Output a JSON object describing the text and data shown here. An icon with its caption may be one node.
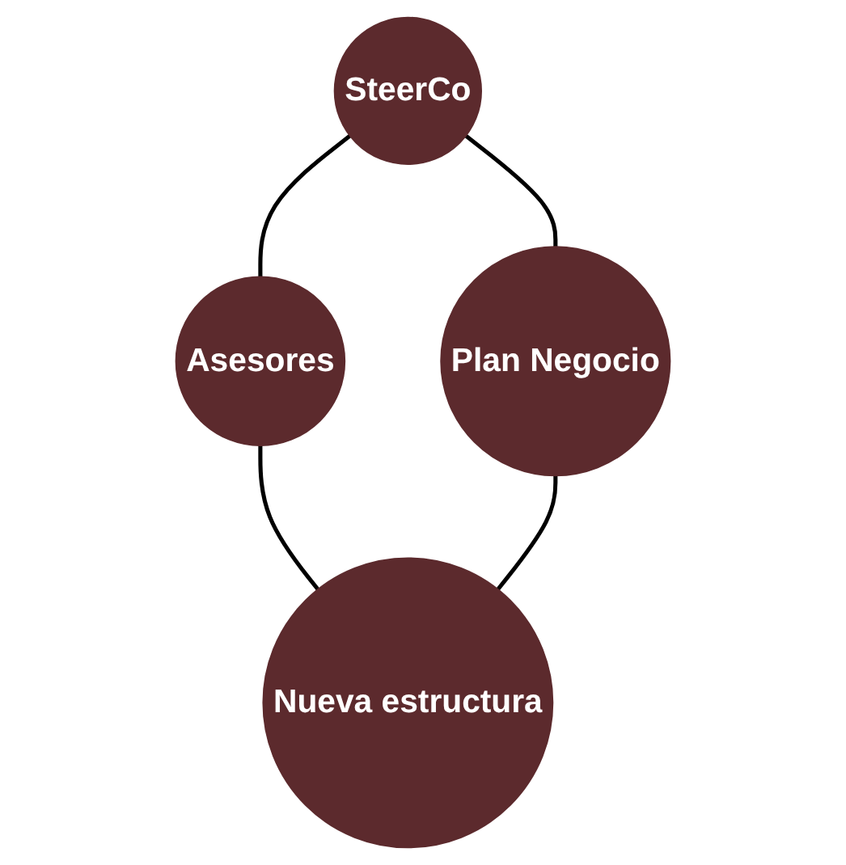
{
  "diagram": {
    "nodes": [
      {
        "text": [
          "SteerCo"
        ]
      },
      {
        "text": [
          "Asesores"
        ]
      },
      {
        "text": [
          "Plan Negocio"
        ]
      },
      {
        "text": [
          "Nueva estructura"
        ]
      }
    ],
    "edges": [
      {
        "from": 0,
        "to": 1,
        "arrow": "none"
      },
      {
        "from": 0,
        "to": 2,
        "arrow": "none"
      },
      {
        "from": 1,
        "to": 3,
        "arrow": "none"
      },
      {
        "from": 2,
        "to": 3,
        "arrow": "none"
      }
    ]
  }
}
